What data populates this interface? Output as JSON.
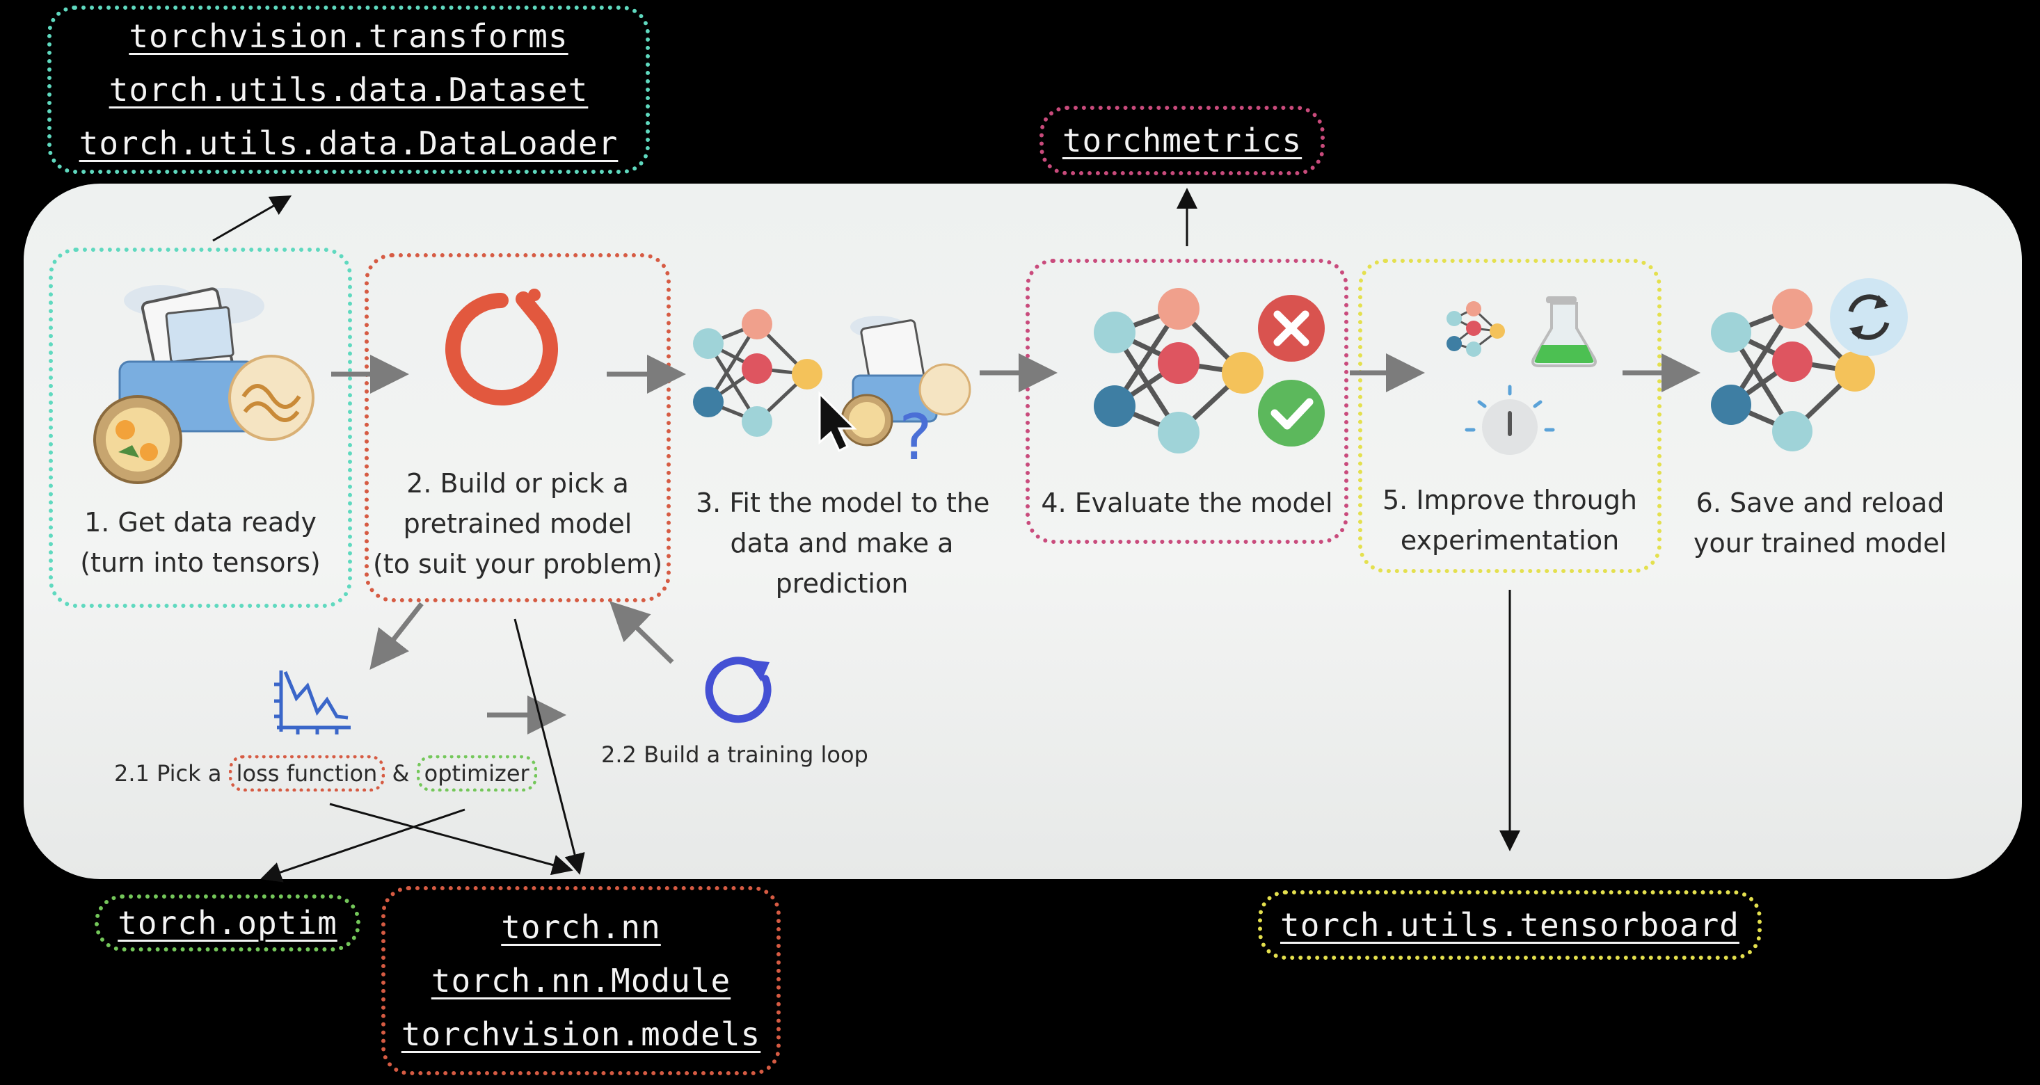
{
  "top_left_box": {
    "lines": [
      "torchvision.transforms",
      "torch.utils.data.Dataset",
      "torch.utils.data.DataLoader"
    ]
  },
  "metrics_box": {
    "lines": [
      "torchmetrics"
    ]
  },
  "optim_box": {
    "lines": [
      "torch.optim"
    ]
  },
  "nn_box": {
    "lines": [
      "torch.nn",
      "torch.nn.Module",
      "torchvision.models"
    ]
  },
  "tensorboard_box": {
    "lines": [
      "torch.utils.tensorboard"
    ]
  },
  "steps": [
    {
      "line1": "1. Get data ready",
      "line2": "(turn into tensors)",
      "line3": ""
    },
    {
      "line1": "2. Build or pick a",
      "line2": "pretrained model",
      "line3": "(to suit your problem)"
    },
    {
      "line1": "3. Fit the model to the",
      "line2": "data and make a",
      "line3": "prediction"
    },
    {
      "line1": "4. Evaluate the model",
      "line2": "",
      "line3": ""
    },
    {
      "line1": "5. Improve through",
      "line2": "experimentation",
      "line3": ""
    },
    {
      "line1": "6. Save and reload",
      "line2": "your trained model",
      "line3": ""
    }
  ],
  "substep_2_1": {
    "prefix": "2.1 Pick a ",
    "loss": "loss function",
    "amp": " & ",
    "optimizer": "optimizer"
  },
  "substep_2_2": {
    "label": "2.2 Build a training loop"
  },
  "icons": [
    "data-folder-icon",
    "pytorch-logo-icon",
    "neural-network-icon",
    "loss-chart-icon",
    "refresh-loop-icon",
    "cross-icon",
    "check-icon",
    "flask-icon",
    "dial-icon",
    "reload-icon",
    "mouse-cursor-icon"
  ],
  "colors": {
    "teal": "#5fd9bf",
    "red": "#d65b43",
    "pink": "#c94b7c",
    "yellow": "#e4e04e",
    "green": "#74c75a",
    "node_teal": "#9fd3d8",
    "node_red": "#de5560",
    "node_salmon": "#f0a08c",
    "node_blue": "#3e7ea3",
    "node_yellow": "#f4c25a"
  }
}
